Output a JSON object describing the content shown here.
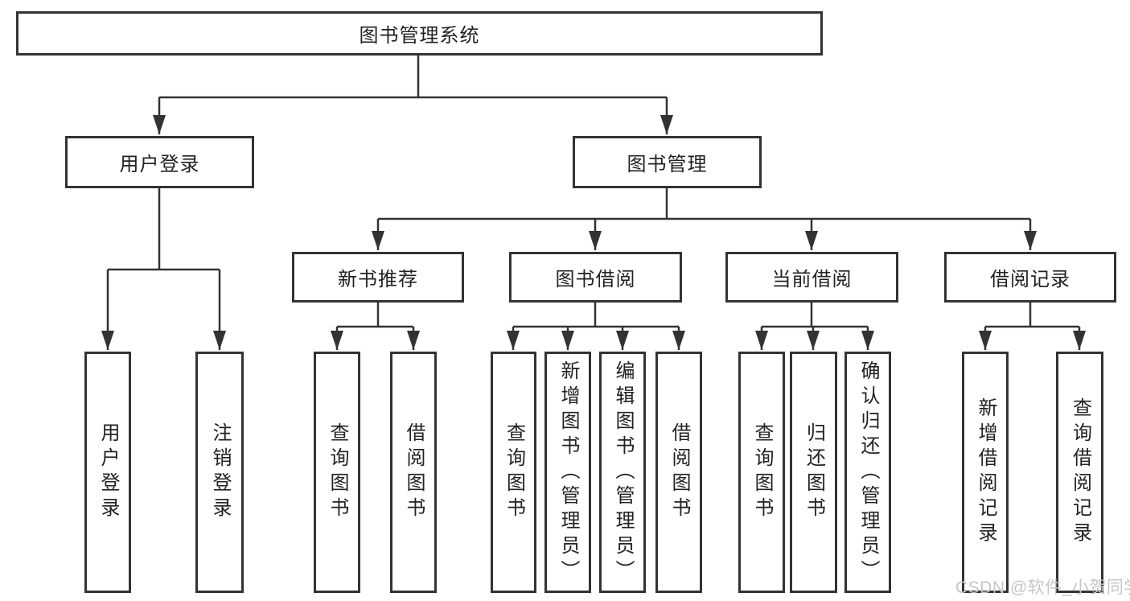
{
  "colors": {
    "line": "#333333",
    "text": "#222222",
    "background": "#ffffff",
    "watermark": "#c6c6c6"
  },
  "watermark": "CSDN @软件_小贺同学",
  "diagram": {
    "root": {
      "label": "图书管理系统"
    },
    "login_branch": {
      "label": "用户登录",
      "children": [
        {
          "label": "用户登录"
        },
        {
          "label": "注销登录"
        }
      ]
    },
    "management_branch": {
      "label": "图书管理",
      "sections": [
        {
          "label": "新书推荐",
          "children": [
            {
              "label": "查询图书"
            },
            {
              "label": "借阅图书"
            }
          ]
        },
        {
          "label": "图书借阅",
          "children": [
            {
              "label": "查询图书"
            },
            {
              "label": "新增图书（管理员）"
            },
            {
              "label": "编辑图书（管理员）"
            },
            {
              "label": "借阅图书"
            }
          ]
        },
        {
          "label": "当前借阅",
          "children": [
            {
              "label": "查询图书"
            },
            {
              "label": "归还图书"
            },
            {
              "label": "确认归还（管理员）"
            }
          ]
        },
        {
          "label": "借阅记录",
          "children": [
            {
              "label": "新增借阅记录"
            },
            {
              "label": "查询借阅记录"
            }
          ]
        }
      ]
    }
  }
}
